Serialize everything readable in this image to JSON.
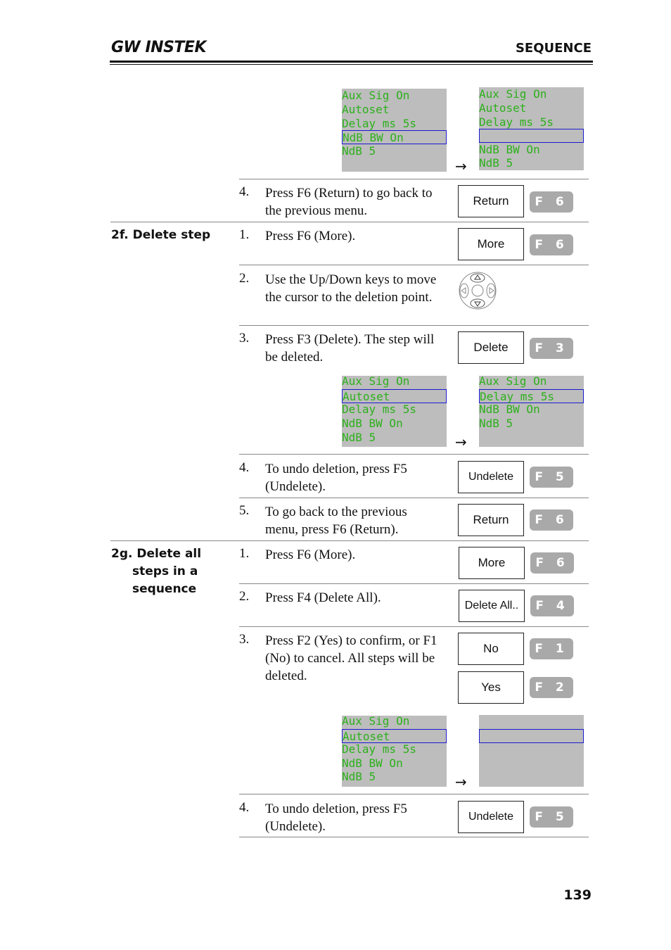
{
  "header": {
    "logo": "GW INSTEK",
    "section": "SEQUENCE"
  },
  "page_number": "139",
  "screens": {
    "s1_before": [
      "Aux Sig On",
      "Autoset",
      "Delay ms 5s",
      "NdB BW On",
      "NdB 5"
    ],
    "s1_after": [
      "Aux Sig On",
      "Autoset",
      "Delay ms 5s",
      "",
      "NdB BW On",
      "NdB 5"
    ],
    "s2_before": [
      "Aux Sig On",
      "Autoset",
      "Delay ms 5s",
      "NdB BW On",
      "NdB 5"
    ],
    "s2_after": [
      "Aux Sig On",
      "Delay ms 5s",
      "NdB BW On",
      "NdB 5"
    ],
    "s3_before": [
      "Aux Sig On",
      "Autoset",
      "Delay ms 5s",
      "NdB BW On",
      "NdB 5"
    ],
    "arrow": "→"
  },
  "steps_prev": {
    "s4": {
      "num": "4.",
      "text": "Press F6 (Return) to go back to the previous menu.",
      "key": "Return",
      "fkey": "F 6"
    }
  },
  "section_2f": {
    "label": "2f. Delete step",
    "s1": {
      "num": "1.",
      "text": "Press F6 (More).",
      "key": "More",
      "fkey": "F 6"
    },
    "s2": {
      "num": "2.",
      "text": "Use the Up/Down keys to move the cursor to the deletion point."
    },
    "s3": {
      "num": "3.",
      "text": "Press F3 (Delete). The step will be deleted.",
      "key": "Delete",
      "fkey": "F 3"
    },
    "s4": {
      "num": "4.",
      "text": "To undo deletion, press F5 (Undelete).",
      "key": "Undelete",
      "fkey": "F 5"
    },
    "s5": {
      "num": "5.",
      "text": "To go back to the previous menu, press F6 (Return).",
      "key": "Return",
      "fkey": "F 6"
    }
  },
  "section_2g": {
    "label_line1": "2g. Delete all",
    "label_line2": "steps in a",
    "label_line3": "sequence",
    "s1": {
      "num": "1.",
      "text": "Press F6 (More).",
      "key": "More",
      "fkey": "F 6"
    },
    "s2": {
      "num": "2.",
      "text": "Press F4 (Delete All).",
      "key": "Delete All..",
      "fkey": "F 4"
    },
    "s3": {
      "num": "3.",
      "text": "Press F2 (Yes) to confirm, or F1 (No) to cancel. All steps will be deleted.",
      "key_no": "No",
      "fkey_no": "F 1",
      "key_yes": "Yes",
      "fkey_yes": "F 2"
    },
    "s4": {
      "num": "4.",
      "text": "To undo deletion, press F5 (Undelete).",
      "key": "Undelete",
      "fkey": "F 5"
    }
  },
  "colors": {
    "screen_bg": "#bdbdbd",
    "screen_text": "#2db01c",
    "cursor": "#1a1ad0",
    "fkey_bg": "#a9a9a9"
  }
}
